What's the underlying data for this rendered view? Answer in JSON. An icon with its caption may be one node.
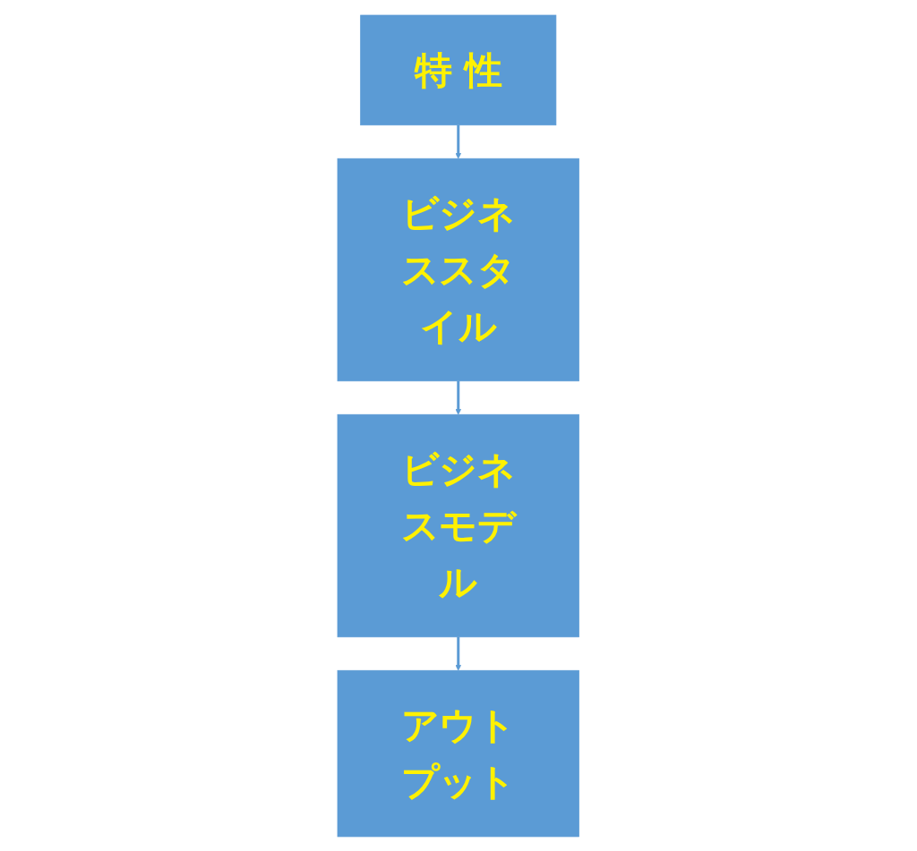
{
  "diagram": {
    "nodes": [
      {
        "text": [
          "特 性"
        ]
      },
      {
        "text": [
          "ビジネススタイル"
        ]
      },
      {
        "text": [
          "ビジネスモデル"
        ]
      },
      {
        "text": [
          "アウトプット"
        ]
      }
    ],
    "edges": [
      {
        "from": 0,
        "to": 1,
        "arrow": "to"
      },
      {
        "from": 1,
        "to": 2,
        "arrow": "to"
      },
      {
        "from": 2,
        "to": 3,
        "arrow": "to"
      }
    ]
  }
}
